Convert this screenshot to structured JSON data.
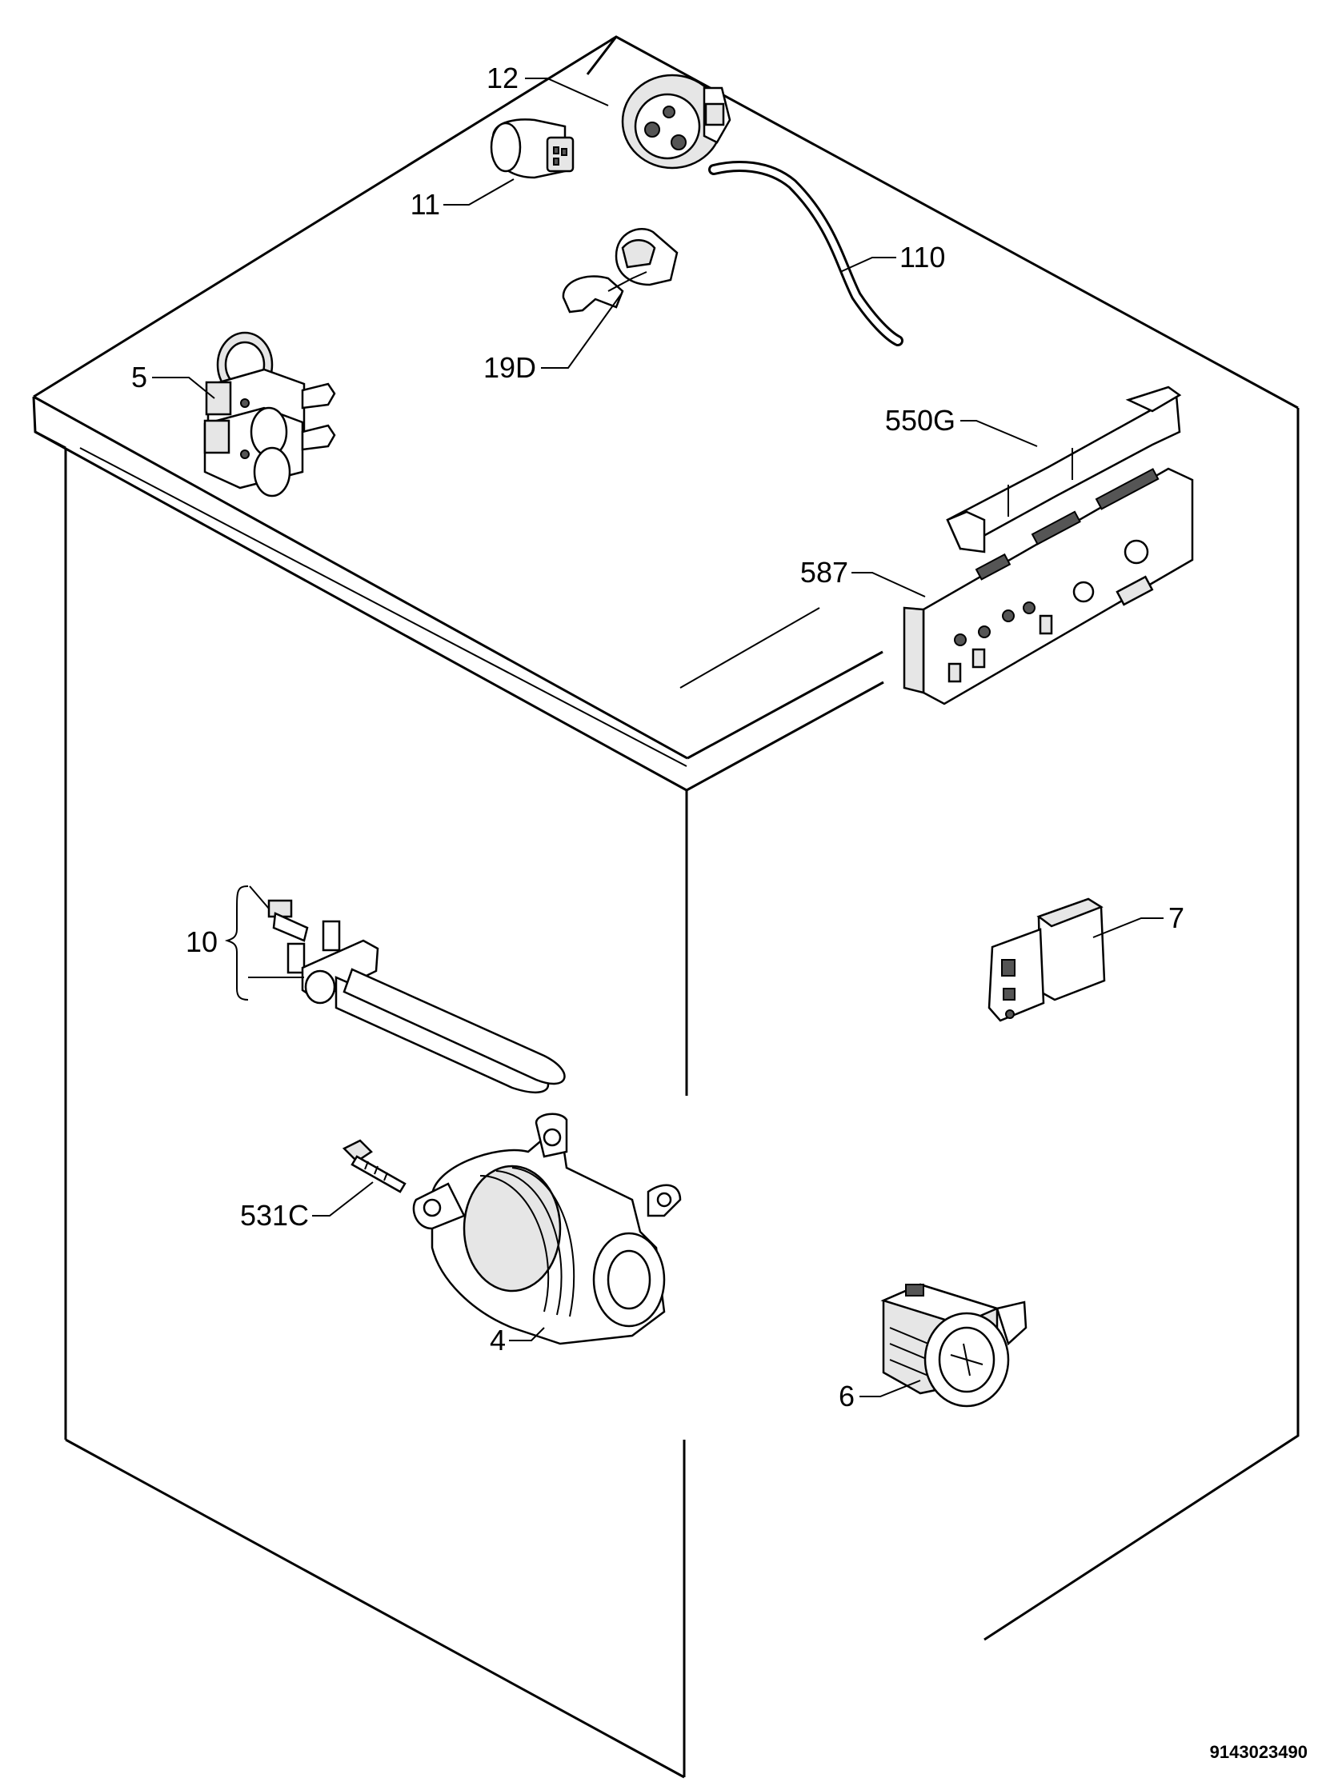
{
  "callouts": {
    "c12": "12",
    "c11": "11",
    "c110": "110",
    "c19d": "19D",
    "c5": "5",
    "c550g": "550G",
    "c587": "587",
    "c10": "10",
    "c7": "7",
    "c531c": "531C",
    "c4": "4",
    "c6": "6"
  },
  "document_number": "9143023490"
}
